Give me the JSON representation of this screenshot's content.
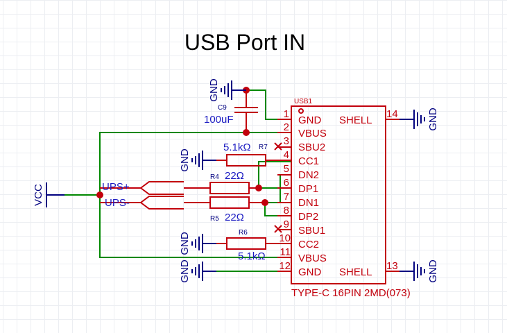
{
  "title": "USB Port IN",
  "connector": {
    "designator": "USB1",
    "part": "TYPE-C 16PIN 2MD(073)",
    "left_pins": [
      {
        "num": "1",
        "name": "GND"
      },
      {
        "num": "2",
        "name": "VBUS"
      },
      {
        "num": "3",
        "name": "SBU2"
      },
      {
        "num": "4",
        "name": "CC1"
      },
      {
        "num": "5",
        "name": "DN2"
      },
      {
        "num": "6",
        "name": "DP1"
      },
      {
        "num": "7",
        "name": "DN1"
      },
      {
        "num": "8",
        "name": "DP2"
      },
      {
        "num": "9",
        "name": "SBU1"
      },
      {
        "num": "10",
        "name": "CC2"
      },
      {
        "num": "11",
        "name": "VBUS"
      },
      {
        "num": "12",
        "name": "GND"
      }
    ],
    "right_pins": [
      {
        "num": "14",
        "name": "SHELL"
      },
      {
        "num": "13",
        "name": "SHELL"
      }
    ]
  },
  "components": {
    "c9": {
      "ref": "C9",
      "value": "100uF"
    },
    "r7": {
      "ref": "R7",
      "value": "5.1kΩ"
    },
    "r4": {
      "ref": "R4",
      "value": "22Ω"
    },
    "r5": {
      "ref": "R5",
      "value": "22Ω"
    },
    "r6": {
      "ref": "R6",
      "value": "5.1kΩ"
    }
  },
  "power": {
    "gnd": "GND",
    "vcc": "VCC"
  },
  "nets": {
    "ups_plus": "UPS+",
    "ups_minus": "UPS-"
  },
  "colors": {
    "wire": "#008800",
    "symbol": "#c2000c",
    "power": "#000080",
    "label": "#1b1bc2"
  }
}
